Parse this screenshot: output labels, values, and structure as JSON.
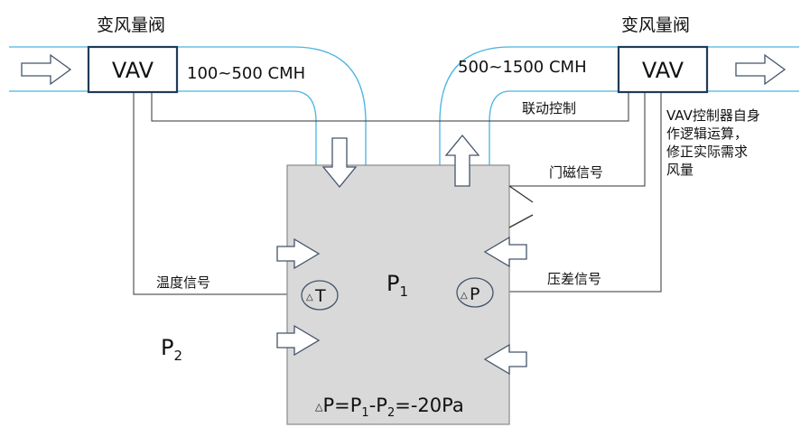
{
  "left_valve": {
    "title": "变风量阀",
    "box_label": "VAV",
    "airflow_range": "100~500 CMH"
  },
  "right_valve": {
    "title": "变风量阀",
    "box_label": "VAV",
    "airflow_range": "500~1500 CMH"
  },
  "signals": {
    "linkage_control": "联动控制",
    "door_signal": "门磁信号",
    "temperature_signal": "温度信号",
    "pressure_diff_signal": "压差信号"
  },
  "controller_note": [
    "VAV控制器自身",
    "作逻辑运算，",
    "修正实际需求",
    "风量"
  ],
  "room": {
    "inner_pressure_base": "P",
    "inner_pressure_sub": "1",
    "outer_pressure_base": "P",
    "outer_pressure_sub": "2",
    "temp_sensor_delta": "△",
    "temp_sensor_letter": "T",
    "pressure_sensor_delta": "△",
    "pressure_sensor_letter": "P"
  },
  "formula": {
    "delta": "△",
    "part1": "P=P",
    "sub1": "1",
    "part2": "-P",
    "sub2": "2",
    "part3": "=-20Pa"
  },
  "colors": {
    "duct_line": "#4ab3e0",
    "room_fill": "#d9d9d9",
    "room_stroke": "#8a8a8a",
    "valve_border": "#1f3b57",
    "arrow_stroke": "#44546a",
    "signal_line": "#333333"
  }
}
